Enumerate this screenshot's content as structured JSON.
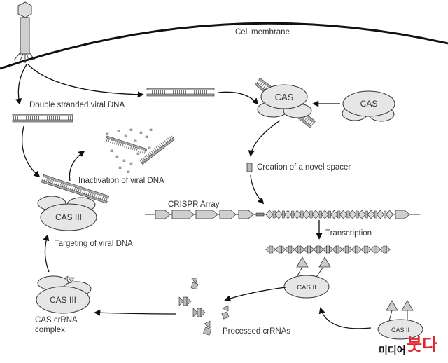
{
  "labels": {
    "cell_membrane": "Cell membrane",
    "double_stranded": "Double stranded viral DNA",
    "inactivation": "Inactivation of viral DNA",
    "creation_spacer": "Creation of a novel spacer",
    "crispr_array": "CRISPR Array",
    "transcription": "Transcription",
    "targeting": "Targeting of viral DNA",
    "processed": "Processed crRNAs",
    "complex_line1": "CAS crRNA",
    "complex_line2": "complex"
  },
  "proteins": {
    "cas_top": "CAS",
    "cas_right": "CAS",
    "cas3_left": "CAS III",
    "cas3_bottom": "CAS III",
    "cas2_middle": "CAS II",
    "cas2_bottom": "CAS II"
  },
  "watermark": {
    "text": "미디어",
    "accent": "붓다",
    "accent_color": "#e0282e"
  },
  "colors": {
    "line": "#222222",
    "protein_fill": "#e6e6e6",
    "dna_fill": "#bdbdbd"
  }
}
